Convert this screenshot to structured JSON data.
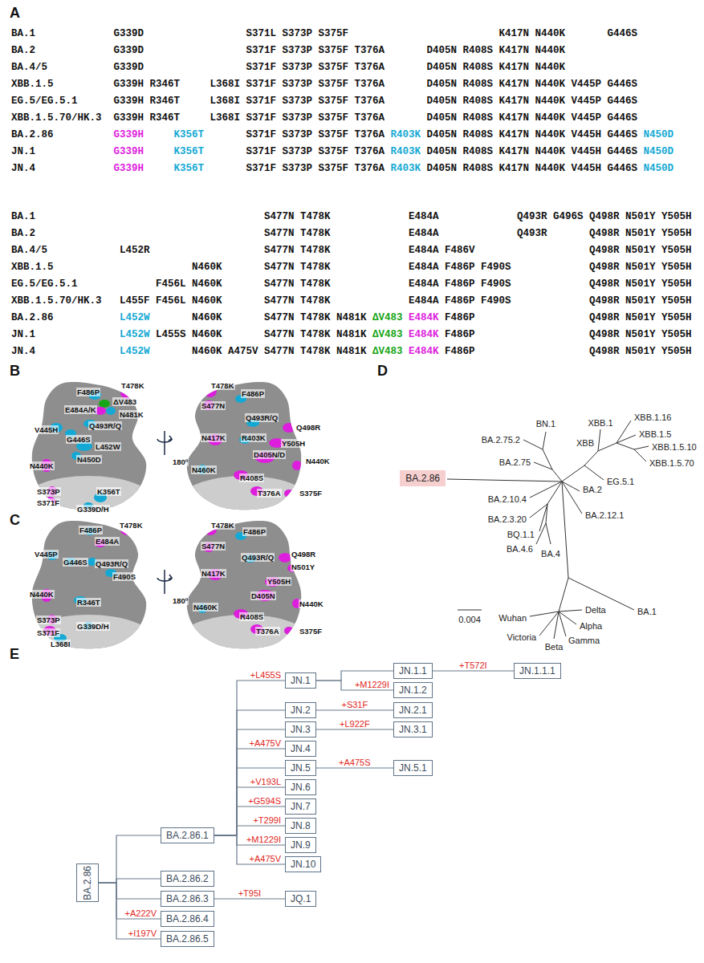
{
  "diagram": {
    "nodes": [
      {
        "text": [
          "BA.2.86"
        ]
      },
      {
        "text": [
          "BA.2.86"
        ]
      },
      {
        "text": [
          "BA.2.86.1"
        ]
      },
      {
        "text": [
          "JN.1"
        ]
      },
      {
        "text": [
          "JN.1.1"
        ]
      },
      {
        "text": [
          "JN.1.1.1"
        ]
      },
      {
        "text": [
          "JN.1.2"
        ]
      },
      {
        "text": [
          "JN.2"
        ]
      },
      {
        "text": [
          "JN.2.1"
        ]
      },
      {
        "text": [
          "JN.3"
        ]
      },
      {
        "text": [
          "JN.3.1"
        ]
      },
      {
        "text": [
          "JN.4"
        ]
      },
      {
        "text": [
          "JN.5"
        ]
      },
      {
        "text": [
          "JN.5.1"
        ]
      },
      {
        "text": [
          "JN.6"
        ]
      },
      {
        "text": [
          "JN.7"
        ]
      },
      {
        "text": [
          "JN.8"
        ]
      },
      {
        "text": [
          "JN.9"
        ]
      },
      {
        "text": [
          "JN.10"
        ]
      },
      {
        "text": [
          "BA.2.86.2"
        ]
      },
      {
        "text": [
          "BA.2.86.3"
        ]
      },
      {
        "text": [
          "JQ.1"
        ]
      },
      {
        "text": [
          "BA.2.86.4"
        ]
      },
      {
        "text": [
          "BA.2.86.5"
        ]
      }
    ],
    "edges": [
      {
        "from": 1,
        "to": 2,
        "arrow": "none"
      },
      {
        "from": 1,
        "to": 19,
        "arrow": "none"
      },
      {
        "from": 1,
        "to": 20,
        "arrow": "none"
      },
      {
        "from": 1,
        "to": 22,
        "label": "+A222V",
        "arrow": "none"
      },
      {
        "from": 1,
        "to": 23,
        "label": "+I197V",
        "arrow": "none"
      },
      {
        "from": 2,
        "to": 3,
        "label": "+L455S",
        "arrow": "none"
      },
      {
        "from": 3,
        "to": 4,
        "arrow": "none"
      },
      {
        "from": 3,
        "to": 6,
        "label": "+M1229I",
        "arrow": "none"
      },
      {
        "from": 4,
        "to": 5,
        "label": "+T572I",
        "arrow": "none"
      },
      {
        "from": 2,
        "to": 7,
        "arrow": "none"
      },
      {
        "from": 7,
        "to": 8,
        "label": "+S31F",
        "arrow": "none"
      },
      {
        "from": 2,
        "to": 9,
        "arrow": "none"
      },
      {
        "from": 9,
        "to": 10,
        "label": "+L922F",
        "arrow": "none"
      },
      {
        "from": 2,
        "to": 11,
        "label": "+A475V",
        "arrow": "none"
      },
      {
        "from": 2,
        "to": 12,
        "arrow": "none"
      },
      {
        "from": 12,
        "to": 13,
        "label": "+A475S",
        "arrow": "none"
      },
      {
        "from": 2,
        "to": 14,
        "label": "+V193L",
        "arrow": "none"
      },
      {
        "from": 2,
        "to": 15,
        "label": "+G594S",
        "arrow": "none"
      },
      {
        "from": 2,
        "to": 16,
        "label": "+T299I",
        "arrow": "none"
      },
      {
        "from": 2,
        "to": 17,
        "label": "+M1229I",
        "arrow": "none"
      },
      {
        "from": 2,
        "to": 18,
        "label": "+A475V",
        "arrow": "none"
      },
      {
        "from": 20,
        "to": 21,
        "label": "+T95I",
        "arrow": "none"
      }
    ],
    "labels": [
      "A",
      "BA.1",
      "G339D",
      "S371L",
      "S373P",
      "S375F",
      "K417N",
      "N440K",
      "G446S",
      "BA.2",
      "G339D",
      "S371F",
      "S373P",
      "S375F",
      "T376A",
      "D405N",
      "R408S",
      "K417N",
      "N440K",
      "BA.4/5",
      "G339D",
      "S371F",
      "S373P",
      "S375F",
      "T376A",
      "D405N",
      "R408S",
      "K417N",
      "N440K",
      "XBB.1.5",
      "G339H",
      "R346T",
      "L368I",
      "S371F",
      "S373P",
      "S375F",
      "T376A",
      "D405N",
      "R408S",
      "K417N",
      "N440K",
      "V445P",
      "G446S",
      "EG.5/EG.5.1",
      "G339H",
      "R346T",
      "L368I",
      "S371F",
      "S373P",
      "S375F",
      "T376A",
      "D405N",
      "R408S",
      "K417N",
      "N440K",
      "V445P",
      "G446S",
      "XBB.1.5.70/HK.3",
      "G339H",
      "R346T",
      "L368I",
      "S371F",
      "S373P",
      "S375F",
      "T376A",
      "D405N",
      "R408S",
      "K417N",
      "N440K",
      "V445P",
      "G446S",
      "BA.2.86",
      "G339H",
      "K356T",
      "S371F",
      "S373P",
      "S375F",
      "T376A",
      "R403K",
      "D405N",
      "R408S",
      "K417N",
      "N440K",
      "V445H",
      "G446S",
      "N450D",
      "JN.1",
      "G339H",
      "K356T",
      "S371F",
      "S373P",
      "S375F",
      "T376A",
      "R403K",
      "D405N",
      "R408S",
      "K417N",
      "N440K",
      "V445H",
      "G446S",
      "N450D",
      "JN.4",
      "G339H",
      "K356T",
      "S371F",
      "S373P",
      "S375F",
      "T376A",
      "R403K",
      "D405N",
      "R408S",
      "K417N",
      "N440K",
      "V445H",
      "G446S",
      "N450D",
      "BA.1",
      "S477N",
      "T478K",
      "E484A",
      "Q493R",
      "G496S",
      "Q498R",
      "N501Y",
      "Y505H",
      "BA.2",
      "S477N",
      "T478K",
      "E484A",
      "Q493R",
      "Q498R",
      "N501Y",
      "Y505H",
      "BA.4/5",
      "L452R",
      "S477N",
      "T478K",
      "E484A",
      "F486V",
      "Q498R",
      "N501Y",
      "Y505H",
      "XBB.1.5",
      "N460K",
      "S477N",
      "T478K",
      "E484A",
      "F486P",
      "F490S",
      "Q498R",
      "N501Y",
      "Y505H",
      "EG.5/EG.5.1",
      "F456L",
      "N460K",
      "S477N",
      "T478K",
      "E484A",
      "F486P",
      "F490S",
      "Q498R",
      "N501Y",
      "Y505H",
      "XBB.1.5.70/HK.3",
      "L455F",
      "F456L",
      "N460K",
      "S477N",
      "T478K",
      "E484A",
      "F486P",
      "F490S",
      "Q498R",
      "N501Y",
      "Y505H",
      "BA.2.86",
      "L452W",
      "N460K",
      "S477N",
      "T478K",
      "N481K",
      "ΔV483",
      "E484K",
      "F486P",
      "Q498R",
      "N501Y",
      "Y505H",
      "JN.1",
      "L452W",
      "L455S",
      "N460K",
      "S477N",
      "T478K",
      "N481K",
      "ΔV483",
      "E484K",
      "F486P",
      "Q498R",
      "N501Y",
      "Y505H",
      "JN.4",
      "L452W",
      "N460K",
      "A475V",
      "S477N",
      "T478K",
      "N481K",
      "ΔV483",
      "E484K",
      "F486P",
      "Q498R",
      "N501Y",
      "Y505H",
      "B",
      "F486P",
      "T478K",
      "ΔV483",
      "N481K",
      "E484A/K",
      "Q493R/Q",
      "V445H",
      "G446S",
      "L452W",
      "N450D",
      "N440K",
      "S373P",
      "S371F",
      "K356T",
      "G339D/H",
      "180º",
      "T478K",
      "F486P",
      "S477N",
      "Q493R/Q",
      "Q498R",
      "N417K",
      "R403K",
      "Y505H",
      "D405N/D",
      "N440K",
      "N460K",
      "R408S",
      "T376A",
      "S375F",
      "C",
      "F486P",
      "T478K",
      "E484A",
      "V445P",
      "G446S",
      "Q493R/Q",
      "F490S",
      "N440K",
      "R346T",
      "S373P",
      "S371F",
      "G339D/H",
      "L368I",
      "180º",
      "T478K",
      "F486P",
      "S477N",
      "Q493R/Q",
      "Q498R",
      "N501Y",
      "N417K",
      "Y505H",
      "D405N",
      "N460K",
      "N440K",
      "R408S",
      "T376A",
      "S375F",
      "D",
      "BN.1",
      "BA.2.75.2",
      "BA.2.75",
      "XBB",
      "XBB.1",
      "XBB.1.16",
      "XBB.1.5",
      "XBB.1.5.10",
      "XBB.1.5.70",
      "EG.5.1",
      "BA.2",
      "BA.2.10.4",
      "BA.2.3.20",
      "BQ.1.1",
      "BA.4.6",
      "BA.4",
      "BA.2.12.1",
      "BA.1",
      "Wuhan",
      "Victoria",
      "Beta",
      "Gamma",
      "Alpha",
      "Delta",
      "0.004",
      "E"
    ]
  }
}
